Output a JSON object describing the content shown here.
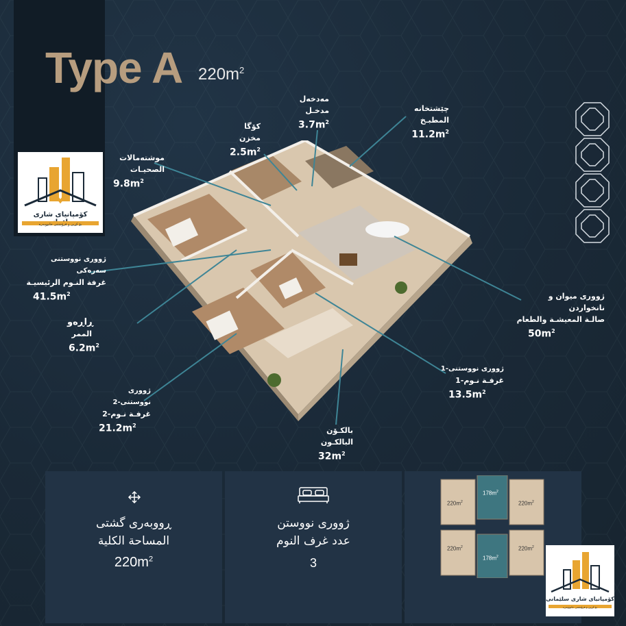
{
  "header": {
    "title": "Type A",
    "area_value": "220m",
    "area_sup": "2"
  },
  "company": {
    "name": "کۆمپانیای شاری سلێمانی",
    "tagline": "بۆ کڕین و فرۆشتنی خانووبەرە"
  },
  "rooms": [
    {
      "id": "entrance",
      "line1": "مەدخەل",
      "line2": "مدخـل",
      "area": "3.7m",
      "sup": "2"
    },
    {
      "id": "storage",
      "line1": "کۆگا",
      "line2": "مخزن",
      "area": "2.5m",
      "sup": "2"
    },
    {
      "id": "kitchen",
      "line1": "چێشتخانە",
      "line2": "المطبـخ",
      "area": "11.2m",
      "sup": "2"
    },
    {
      "id": "bathrooms",
      "line1": "موشتەمالات",
      "line2": "الصحيـات",
      "area": "9.8m",
      "sup": "2"
    },
    {
      "id": "master",
      "line1": "ژووری نووستنی سەرەکی",
      "line2": "غرفة النـوم الرئيسيـة",
      "area": "41.5m",
      "sup": "2"
    },
    {
      "id": "corridor",
      "line1": "ڕاڕەو",
      "line2": "الممر",
      "area": "6.2m",
      "sup": "2"
    },
    {
      "id": "living",
      "line1": "ژووری میوان و نانخواردن",
      "line2": "صالـة المعيشـة والطعام",
      "area": "50m",
      "sup": "2"
    },
    {
      "id": "bedroom2",
      "line1": "ژووری نووستنی-2",
      "line2": "غرفـة نـوم-2",
      "area": "21.2m",
      "sup": "2"
    },
    {
      "id": "bedroom1",
      "line1": "ژووری نووستنی-1",
      "line2": "غرفـة نـوم-1",
      "area": "13.5m",
      "sup": "2"
    },
    {
      "id": "balcony",
      "line1": "بالکـۆن",
      "line2": "البالكـون",
      "area": "32m",
      "sup": "2"
    }
  ],
  "cards": {
    "total": {
      "icon": "move-arrows-icon",
      "line1": "ڕووبەری گشتی",
      "line2": "المساحة الكلية",
      "value": "220m",
      "sup": "2"
    },
    "bedrooms": {
      "icon": "bed-icon",
      "line1": "ژووری نووستن",
      "line2": "عدد غرف النوم",
      "value": "3"
    }
  },
  "keyplan": {
    "units": [
      "220m",
      "178m",
      "220m",
      "220m",
      "178m",
      "220m"
    ],
    "sup": "2",
    "accent": "#3e7680",
    "unit_color": "#d8c5ab"
  },
  "colors": {
    "bg": "#1b2a38",
    "title": "#b79d7f",
    "card": "#223345",
    "line": "#3e8596"
  }
}
